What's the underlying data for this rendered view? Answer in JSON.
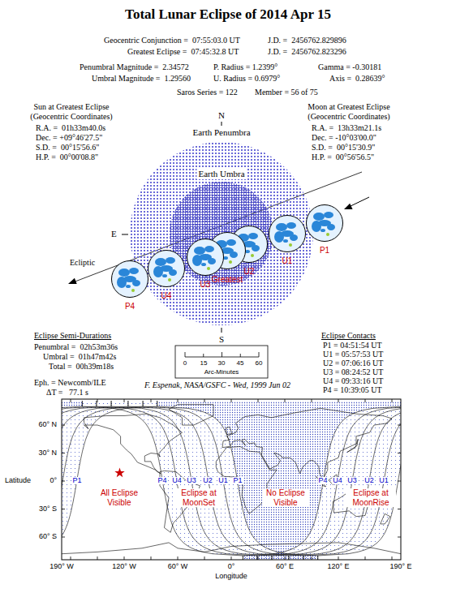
{
  "diagram": {
    "title": "Total Lunar Eclipse of 2014 Apr 15",
    "nodes": [
      {
        "text": [
          "Earth Penumbra"
        ]
      },
      {
        "text": [
          "Earth Umbra"
        ],
        "in": 0
      },
      {
        "text": [
          "P1"
        ]
      },
      {
        "text": [
          "U1"
        ]
      },
      {
        "text": [
          "U2"
        ]
      },
      {
        "text": [
          "Greatest"
        ]
      },
      {
        "text": [
          "U3"
        ]
      },
      {
        "text": [
          "U4"
        ]
      },
      {
        "text": [
          "P4"
        ]
      }
    ],
    "labels": [
      "Geocentric Conjunction =  07:55:03.0 UT",
      "J.D. =  2456762.829896",
      "Greatest Eclipse =  07:45:32.8 UT",
      "J.D. =  2456762.823296",
      "Penumbral Magnitude =  2.34572",
      "P. Radius = 1.2399°",
      "Gamma = -0.30181",
      "Umbral Magnitude =  1.29560",
      "U. Radius = 0.6979°",
      "Axis =  0.28639°",
      "Saros Series = 122",
      "Member = 56 of 75",
      "Sun at Greatest Eclipse",
      "(Geocentric Coordinates)",
      "R.A. =  01h33m40.0s",
      "Dec. = +09°46'27.5\"",
      "S.D. =  00°15'56.6\"",
      "H.P. =  00°00'08.8\"",
      "Moon at Greatest Eclipse",
      "(Geocentric Coordinates)",
      "R.A. =  13h33m21.1s",
      "Dec. = -10°03'00.0\"",
      "S.D. =  00°15'30.9\"",
      "H.P. =  00°56'56.5\"",
      "N",
      "E",
      "S",
      "Ecliptic",
      "Eclipse Semi-Durations",
      "Penumbral =  02h53m36s",
      "Umbral =  01h47m42s",
      "Total =  00h39m18s",
      "0",
      "15",
      "30",
      "45",
      "60",
      "Arc-Minutes",
      "Eph. = Newcomb/ILE",
      "ΔT =   77.1 s",
      "F. Espenak, NASA/GSFC - Wed, 1999 Jun 02",
      "Eclipse Contacts",
      "P1 = 04:51:54 UT",
      "U1 = 05:57:53 UT",
      "U2 = 07:06:16 UT",
      "U3 = 08:24:52 UT",
      "U4 = 09:33:16 UT",
      "P4 = 10:39:05 UT",
      "60° N",
      "30° N",
      "Latitude",
      "0°",
      "30° S",
      "60° S",
      "190° W",
      "120° W",
      "60° W",
      "0°",
      "60° E",
      "120° E",
      "190° E",
      "Longitude",
      "P1",
      "P4",
      "U4",
      "U3",
      "U2",
      "U1",
      "P1",
      "P4",
      "U4",
      "U3",
      "U2",
      "U1",
      "All Eclipse Visible",
      "Eclipse at MoonSet",
      "No Eclipse Visible",
      "Eclipse at MoonRise"
    ]
  }
}
